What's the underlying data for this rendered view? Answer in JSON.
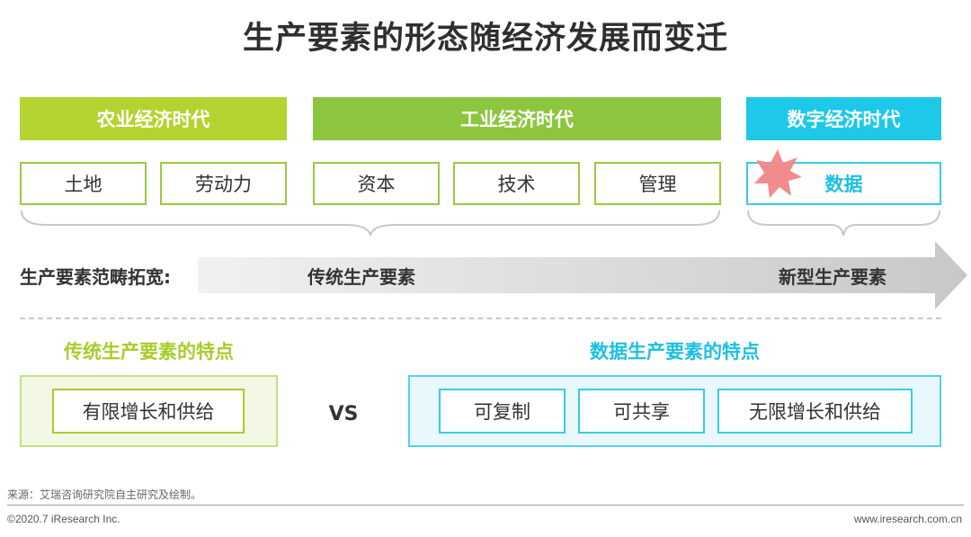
{
  "title": "生产要素的形态随经济发展而变迁",
  "eras": [
    {
      "label": "农业经济时代",
      "color": "#b3d430",
      "factors": [
        "土地",
        "劳动力"
      ]
    },
    {
      "label": "工业经济时代",
      "color": "#8cc63e",
      "factors": [
        "资本",
        "技术",
        "管理"
      ]
    },
    {
      "label": "数字经济时代",
      "color": "#1ec8e8",
      "factors": [
        "数据"
      ]
    }
  ],
  "arrow": {
    "caption": "生产要素范畴拓宽:",
    "left_label": "传统生产要素",
    "right_label": "新型生产要素"
  },
  "traditional": {
    "title": "传统生产要素的特点",
    "items": [
      "有限增长和供给"
    ]
  },
  "vs": "VS",
  "data_factor": {
    "title": "数据生产要素的特点",
    "items": [
      "可复制",
      "可共享",
      "无限增长和供给"
    ]
  },
  "footer": {
    "source": "来源：艾瑞咨询研究院自主研究及绘制。",
    "copyright": "©2020.7 iResearch Inc.",
    "website": "www.iresearch.com.cn"
  },
  "colors": {
    "agri": "#b3d430",
    "industrial": "#8cc63e",
    "digital": "#1ec8e8",
    "star": "#f08c8c"
  }
}
